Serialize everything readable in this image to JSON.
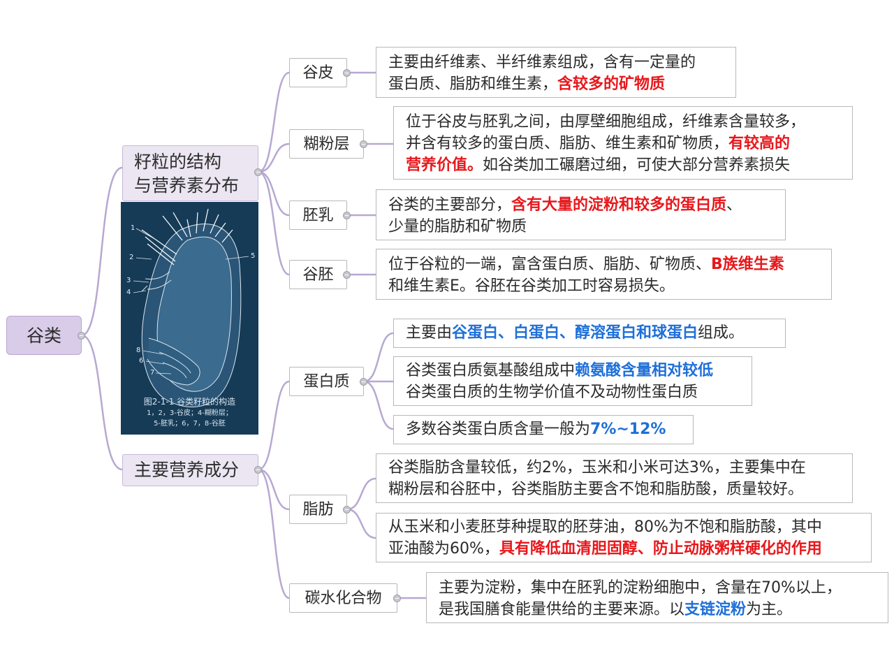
{
  "root": {
    "label": "谷类"
  },
  "branch_structure": {
    "label_line1": "籽粒的结构",
    "label_line2": "与营养素分布"
  },
  "branch_nutrients": {
    "label": "主要营养成分"
  },
  "figure": {
    "caption_title": "图2-1-1    谷类籽粒的构造",
    "caption_line2": "1，2，3-谷皮；4-糊粉层；",
    "caption_line3": "5-胚乳；6，7，8-谷胚",
    "numbers": [
      "1",
      "2",
      "3",
      "4",
      "5",
      "8",
      "6",
      "7"
    ]
  },
  "nodes": {
    "gupi": {
      "label": "谷皮",
      "text_l1": "主要由纤维素、半纤维素组成，含有一定量的",
      "text_l2a": "蛋白质、脂肪和维生素，",
      "text_l2b": "含较多的矿物质"
    },
    "hufen": {
      "label": "糊粉层",
      "text_l1": "位于谷皮与胚乳之间，由厚壁细胞组成，纤维素含量较多，",
      "text_l2a": "并含有较多的蛋白质、脂肪、维生素和矿物质，",
      "text_l2b": "有较高的",
      "text_l3a": "营养价值。",
      "text_l3b": "如谷类加工碾磨过细，可使大部分营养素损失"
    },
    "peiru": {
      "label": "胚乳",
      "text_l1a": "谷类的主要部分，",
      "text_l1b": "含有大量的淀粉和较多的蛋白质",
      "text_l1c": "、",
      "text_l2": "少量的脂肪和矿物质"
    },
    "gupei": {
      "label": "谷胚",
      "text_l1a": "位于谷粒的一端，富含蛋白质、脂肪、矿物质、",
      "text_l1b": "B族维生素",
      "text_l2": "和维生素E。谷胚在谷类加工时容易损失。"
    },
    "protein": {
      "label": "蛋白质",
      "c1a": "主要由",
      "c1b": "谷蛋白、白蛋白、醇溶蛋白和球蛋白",
      "c1c": "组成。",
      "c2l1a": "谷类蛋白质氨基酸组成中",
      "c2l1b": "赖氨酸含量相对较低",
      "c2l2": "谷类蛋白质的生物学价值不及动物性蛋白质",
      "c3a": "多数谷类蛋白质含量一般为",
      "c3b": "7%~12%"
    },
    "fat": {
      "label": "脂肪",
      "c1l1": "谷类脂肪含量较低，约2%，玉米和小米可达3%，主要集中在",
      "c1l2": "糊粉层和谷胚中，谷类脂肪主要含不饱和脂肪酸，质量较好。",
      "c2l1": "从玉米和小麦胚芽种提取的胚芽油，80%为不饱和脂肪酸，其中",
      "c2l2a": "亚油酸为60%，",
      "c2l2b": "具有降低血清胆固醇、防止动脉粥样硬化的作用"
    },
    "carb": {
      "label": "碳水化合物",
      "l1": "主要为淀粉，集中在胚乳的淀粉细胞中，含量在70%以上，",
      "l2a": "是我国膳食能量供给的主要来源。以",
      "l2b": "支链淀粉",
      "l2c": "为主。"
    }
  },
  "colors": {
    "connector": "#b7a8d2",
    "red_emphasis": "#e8171b",
    "blue_emphasis": "#1e6fd8",
    "root_fill": "#d9cce8",
    "branch_fill": "#ece6f3",
    "figure_bg": "#163b57"
  }
}
